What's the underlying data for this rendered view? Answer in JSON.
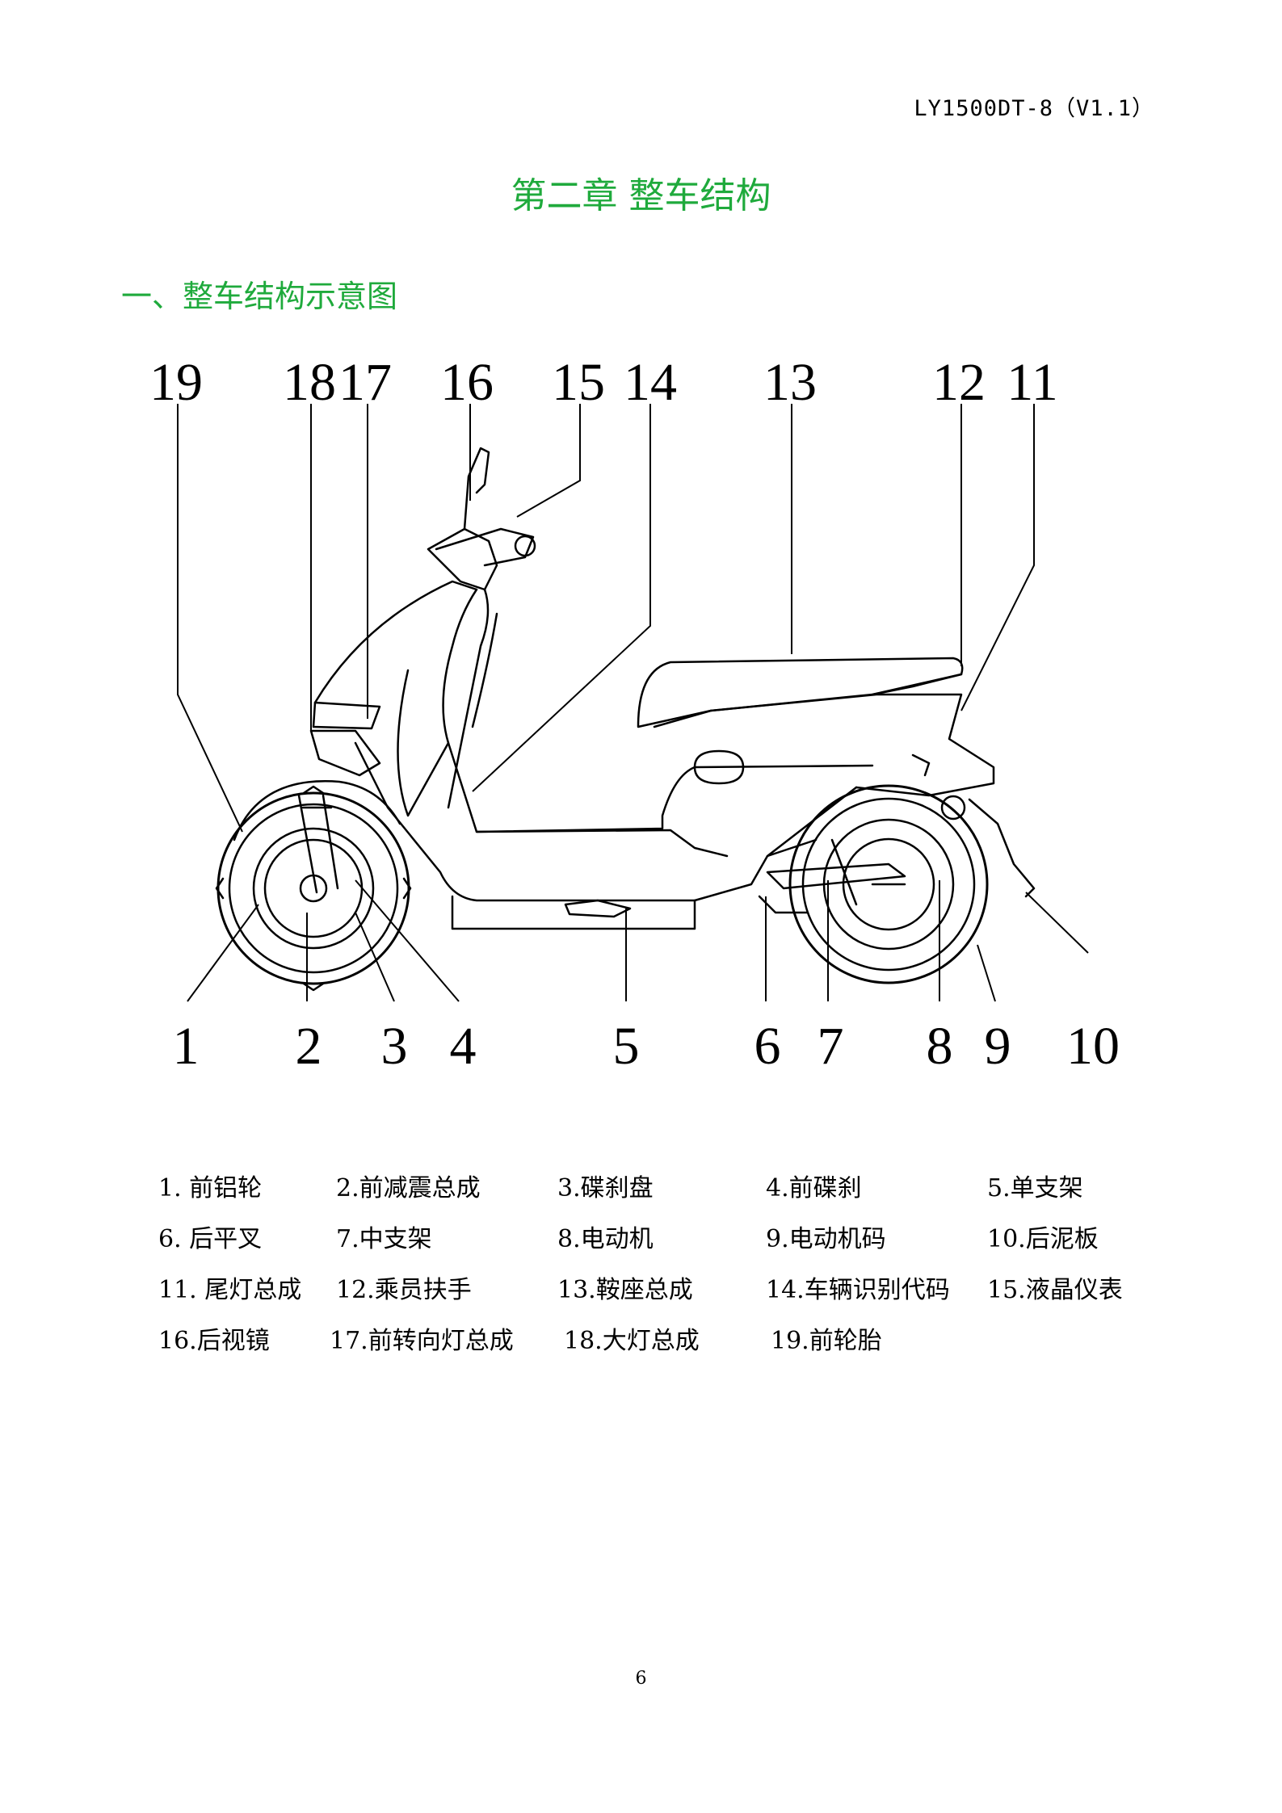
{
  "header": {
    "doc_code": "LY1500DT-8（V1.1）"
  },
  "chapter_title": "第二章 整车结构",
  "section_title": "一、整车结构示意图",
  "diagram": {
    "callouts": [
      "19",
      "18",
      "17",
      "16",
      "15",
      "14",
      "13",
      "12",
      "11",
      "1",
      "2",
      "3",
      "4",
      "5",
      "6",
      "7",
      "8",
      "9",
      "10"
    ]
  },
  "legend": [
    [
      "1. 前铝轮",
      "2.前减震总成",
      "3.碟刹盘",
      "4.前碟刹",
      "5.单支架"
    ],
    [
      "6. 后平叉",
      "7.中支架",
      "8.电动机",
      "9.电动机码",
      "10.后泥板"
    ],
    [
      "11. 尾灯总成",
      "12.乘员扶手",
      "13.鞍座总成",
      "14.车辆识别代码",
      "15.液晶仪表"
    ],
    [
      "16.后视镜",
      "17.前转向灯总成",
      "18.大灯总成",
      "19.前轮胎"
    ]
  ],
  "page_number": "6"
}
